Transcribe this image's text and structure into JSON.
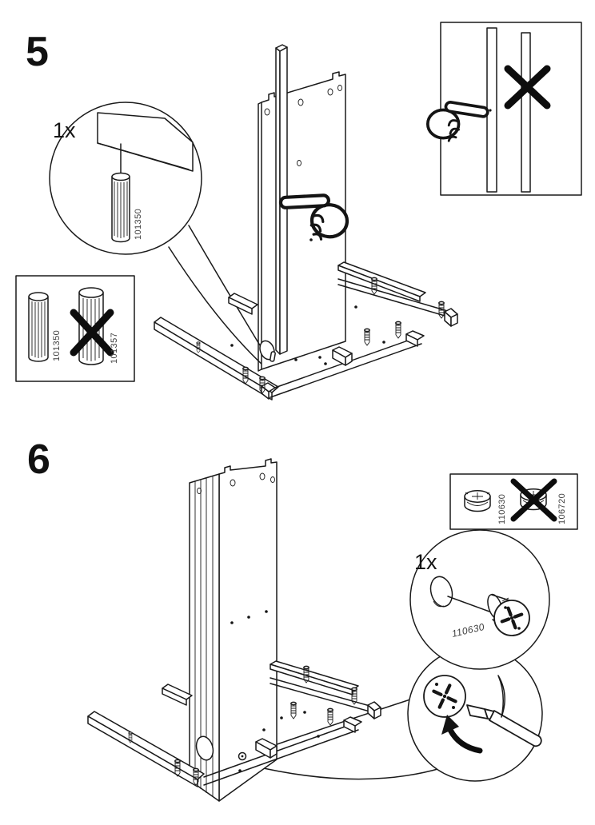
{
  "page": {
    "background": "#ffffff",
    "line_color": "#1a1a1a",
    "text_color": "#111111",
    "part_label_color": "#3f3f3f"
  },
  "step5": {
    "number": "5",
    "callout_quantity": "1x",
    "callout_part_id": "101350",
    "box_correct_part_id": "101350",
    "box_wrong_part_id": "101357"
  },
  "step6": {
    "number": "6",
    "callout_quantity": "1x",
    "callout_part_id": "110630",
    "box_correct_part_id": "110630",
    "box_wrong_part_id": "106720"
  }
}
